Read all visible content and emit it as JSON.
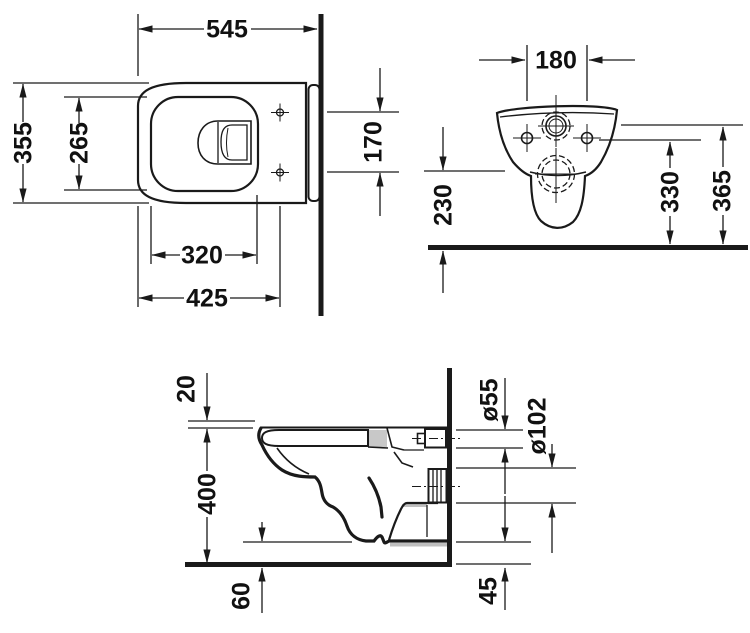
{
  "drawing_type": "wall-hung toilet technical dimension drawing",
  "colors": {
    "line": "#1a1a1a",
    "background": "#ffffff"
  },
  "views": {
    "plan": {
      "dims": {
        "depth": "545",
        "width": "355",
        "inner_width": "265",
        "inner_depth": "320",
        "hole_offset": "425",
        "hole_spacing": "170"
      }
    },
    "front": {
      "dims": {
        "hole_spacing": "180",
        "underside_height": "230",
        "hole_height": "330",
        "top_height": "365"
      }
    },
    "side": {
      "dims": {
        "seat_height": "20",
        "bowl_height": "400",
        "bottom_clearance": "60",
        "inlet_diameter": "ø55",
        "outlet_diameter": "ø102",
        "outlet_bottom_clearance": "45"
      }
    }
  }
}
